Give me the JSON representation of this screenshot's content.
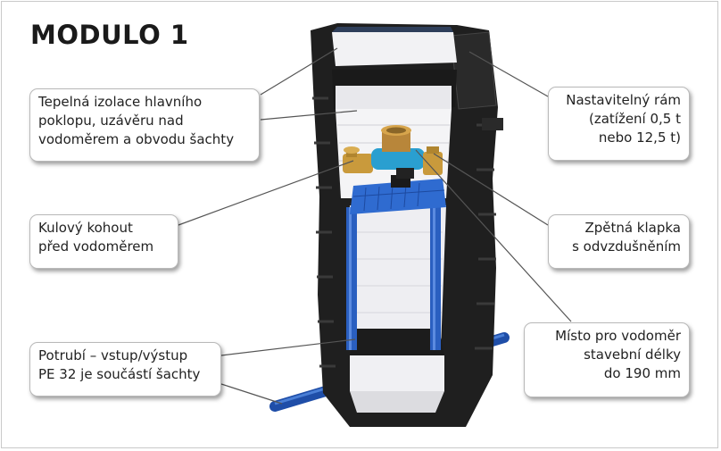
{
  "title": "MODULO 1",
  "callouts": {
    "insulation": [
      "Tepelná izolace hlavního",
      "poklopu, uzávěru nad",
      "vodoměrem a obvodu šachty"
    ],
    "ball_valve": [
      "Kulový kohout",
      "před vodoměrem"
    ],
    "pipe": [
      "Potrubí – vstup/výstup",
      "PE 32 je součástí šachty"
    ],
    "frame": [
      "Nastavitelný rám",
      "(zatížení 0,5 t",
      "nebo 12,5 t)"
    ],
    "check_valve": [
      "Zpětná klapka",
      "s odvzdušněním"
    ],
    "meter_place": [
      "Místo pro vodoměr",
      "stavební délky",
      "do 190 mm"
    ]
  },
  "colors": {
    "shaft_body": "#1f1f1f",
    "insulation": "#f2f2f4",
    "pipe_blue": "#2a5fc0",
    "brass": "#c99a3c",
    "leader_line": "#555555"
  }
}
